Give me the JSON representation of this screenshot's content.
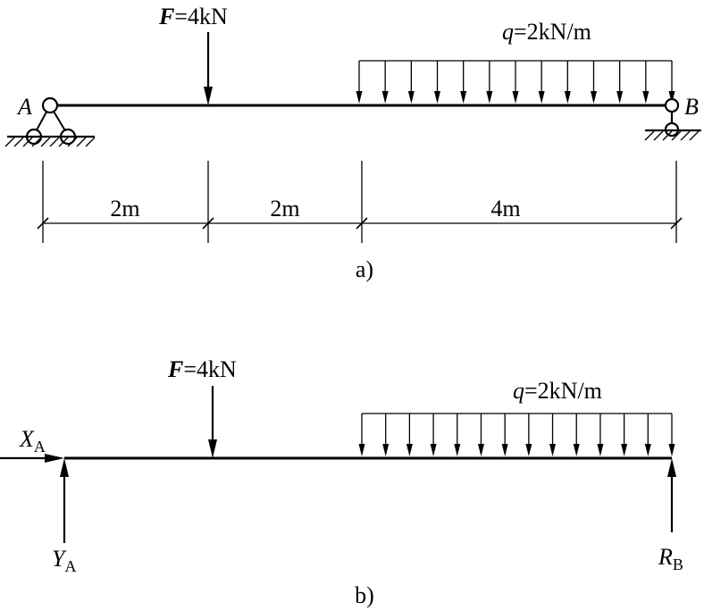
{
  "diagram_a": {
    "force_symbol": "F",
    "force_value": "=4kN",
    "load_symbol": "q",
    "load_value": "=2kN/m",
    "support_left": "A",
    "support_right": "B",
    "dims": [
      "2m",
      "2m",
      "4m"
    ],
    "caption": "a)"
  },
  "diagram_b": {
    "force_symbol": "F",
    "force_value": "=4kN",
    "load_symbol": "q",
    "load_value": "=2kN/m",
    "reaction_x": {
      "symbol": "X",
      "subscript": "A"
    },
    "reaction_y": {
      "symbol": "Y",
      "subscript": "A"
    },
    "reaction_r": {
      "symbol": "R",
      "subscript": "B"
    },
    "caption": "b)"
  }
}
